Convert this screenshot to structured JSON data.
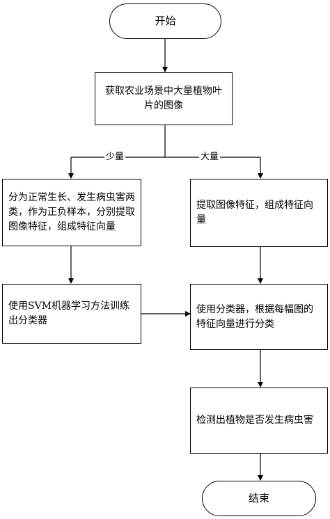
{
  "nodes": {
    "start": "开始",
    "acquire": "获取农业场景中大量植物叶片的图像",
    "split_classes": "分为正常生长、发生病虫害两类，作为正负样本，分别提取图像特征，组成特征向量",
    "extract_features": "提取图像特征，组成特征向量",
    "train_svm": "使用SVM机器学习方法训练出分类器",
    "classify": "使用分类器，根据每幅图的特征向量进行分类",
    "detect": "检测出植物是否发生病虫害",
    "end": "结束"
  },
  "edge_labels": {
    "small": "少量",
    "large": "大量"
  }
}
